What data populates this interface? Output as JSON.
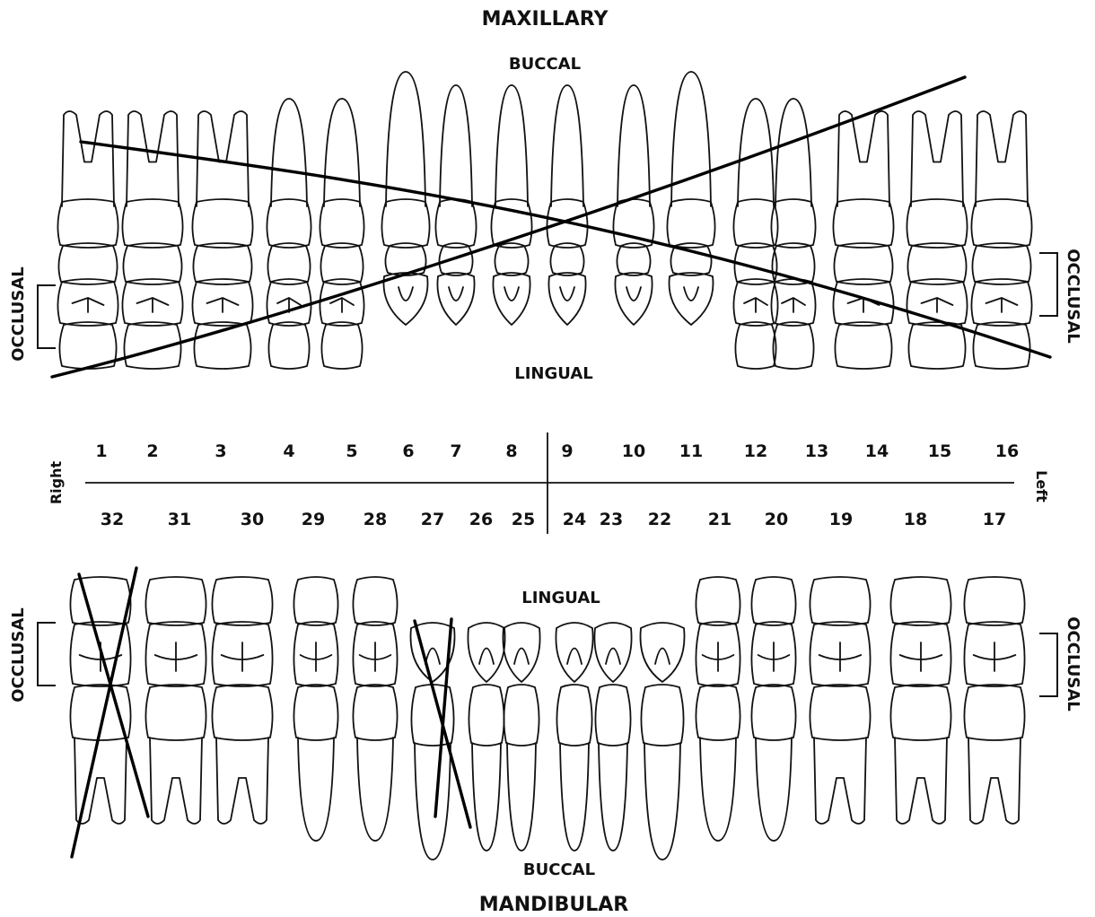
{
  "labels": {
    "maxillary": "MAXILLARY",
    "buccal_top": "BUCCAL",
    "lingual_top": "LINGUAL",
    "occlusal": "OCCLUSAL",
    "right": "Right",
    "left": "Left",
    "lingual_bottom": "LINGUAL",
    "buccal_bottom": "BUCCAL",
    "mandibular": "MANDIBULAR"
  },
  "upper_numbers": [
    "1",
    "2",
    "3",
    "4",
    "5",
    "6",
    "7",
    "8",
    "9",
    "10",
    "11",
    "12",
    "13",
    "14",
    "15",
    "16"
  ],
  "lower_numbers": [
    "32",
    "31",
    "30",
    "29",
    "28",
    "27",
    "26",
    "25",
    "24",
    "23",
    "22",
    "21",
    "20",
    "19",
    "18",
    "17"
  ],
  "upper_teeth": [
    {
      "n": 1,
      "type": "molar"
    },
    {
      "n": 2,
      "type": "molar"
    },
    {
      "n": 3,
      "type": "molar"
    },
    {
      "n": 4,
      "type": "premolar"
    },
    {
      "n": 5,
      "type": "premolar"
    },
    {
      "n": 6,
      "type": "canine"
    },
    {
      "n": 7,
      "type": "incisor"
    },
    {
      "n": 8,
      "type": "incisor"
    },
    {
      "n": 9,
      "type": "incisor"
    },
    {
      "n": 10,
      "type": "incisor"
    },
    {
      "n": 11,
      "type": "canine"
    },
    {
      "n": 12,
      "type": "premolar"
    },
    {
      "n": 13,
      "type": "premolar"
    },
    {
      "n": 14,
      "type": "molar"
    },
    {
      "n": 15,
      "type": "molar"
    },
    {
      "n": 16,
      "type": "molar"
    }
  ],
  "lower_teeth": [
    {
      "n": 32,
      "type": "molar"
    },
    {
      "n": 31,
      "type": "molar"
    },
    {
      "n": 30,
      "type": "molar"
    },
    {
      "n": 29,
      "type": "premolar"
    },
    {
      "n": 28,
      "type": "premolar"
    },
    {
      "n": 27,
      "type": "canine"
    },
    {
      "n": 26,
      "type": "incisor"
    },
    {
      "n": 25,
      "type": "incisor"
    },
    {
      "n": 24,
      "type": "incisor"
    },
    {
      "n": 23,
      "type": "incisor"
    },
    {
      "n": 22,
      "type": "canine"
    },
    {
      "n": 21,
      "type": "premolar"
    },
    {
      "n": 20,
      "type": "premolar"
    },
    {
      "n": 19,
      "type": "molar"
    },
    {
      "n": 18,
      "type": "molar"
    },
    {
      "n": 17,
      "type": "molar"
    }
  ],
  "missing_marks": {
    "upper_cross": [
      "1",
      "16"
    ],
    "lower_x": [
      "32",
      "27"
    ]
  }
}
